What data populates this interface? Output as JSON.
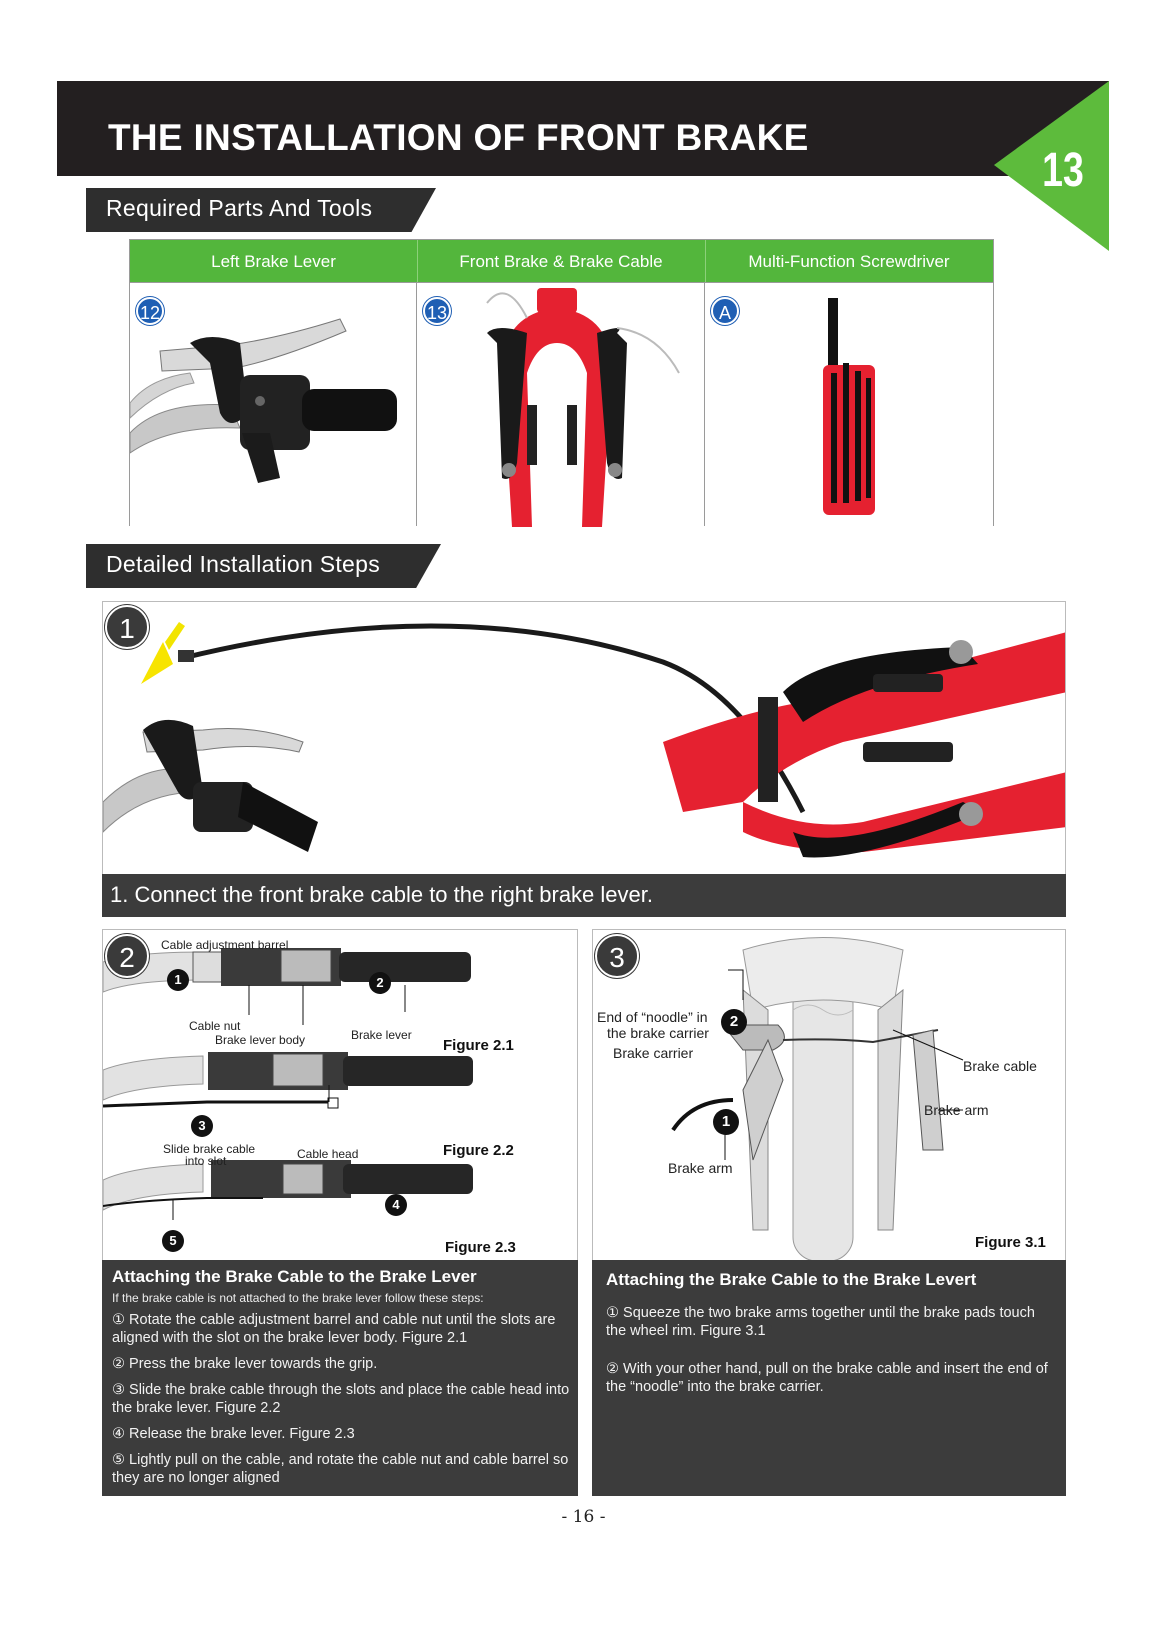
{
  "header": {
    "title": "THE INSTALLATION OF FRONT BRAKE",
    "page_badge": "13"
  },
  "parts_section": {
    "title": "Required Parts And Tools",
    "parts": [
      {
        "name": "Left Brake Lever",
        "id": "12"
      },
      {
        "name": "Front Brake & Brake Cable",
        "id": "13"
      },
      {
        "name": "Multi-Function  Screwdriver",
        "id": "A"
      }
    ]
  },
  "steps_section": {
    "title": "Detailed Installation Steps"
  },
  "step1": {
    "number": "1",
    "caption": "1. Connect the front brake cable to the right brake lever."
  },
  "step2": {
    "number": "2",
    "labels": {
      "adjust_barrel": "Cable adjustment barrel",
      "cable_nut": "Cable nut",
      "lever_body": "Brake lever body",
      "brake_lever": "Brake lever",
      "slide_cable": "Slide brake cable",
      "into_slot": "into slot",
      "cable_head": "Cable head"
    },
    "markers": [
      "1",
      "2",
      "3",
      "4",
      "5"
    ],
    "figures": [
      "Figure 2.1",
      "Figure 2.2",
      "Figure 2.3"
    ],
    "panel": {
      "title": "Attaching the Brake Cable to the Brake Lever",
      "subtitle": "If the brake cable is not attached to the brake lever follow these steps:",
      "steps": [
        "① Rotate the cable adjustment barrel and cable nut until the slots are aligned with the slot on the brake lever body. Figure 2.1",
        "② Press the brake lever towards the grip.",
        "③ Slide the brake cable through the slots and place the cable head into the brake lever. Figure 2.2",
        "④ Release the brake lever. Figure 2.3",
        "⑤ Lightly pull on the cable, and rotate the cable nut and cable barrel so they are no longer aligned"
      ]
    }
  },
  "step3": {
    "number": "3",
    "labels": {
      "noodle_end_a": "End of “noodle” in",
      "noodle_end_b": "the brake carrier",
      "brake_carrier": "Brake carrier",
      "brake_cable": "Brake cable",
      "brake_arm_right": "Brake arm",
      "brake_arm_left": "Brake arm"
    },
    "markers": [
      "1",
      "2"
    ],
    "figure": "Figure 3.1",
    "panel": {
      "title": "Attaching the Brake Cable to the Brake Levert",
      "steps": [
        "① Squeeze the two brake arms together until the brake pads touch the wheel rim. Figure 3.1",
        "② With your other hand, pull on the brake cable and insert the end of the “noodle” into the brake carrier."
      ]
    }
  },
  "footer": {
    "page": "- 16 -"
  },
  "colors": {
    "accent_green": "#53b63c",
    "header_dark": "#231f20",
    "frame_red": "#e52130",
    "badge_blue": "#1f5fb4"
  }
}
